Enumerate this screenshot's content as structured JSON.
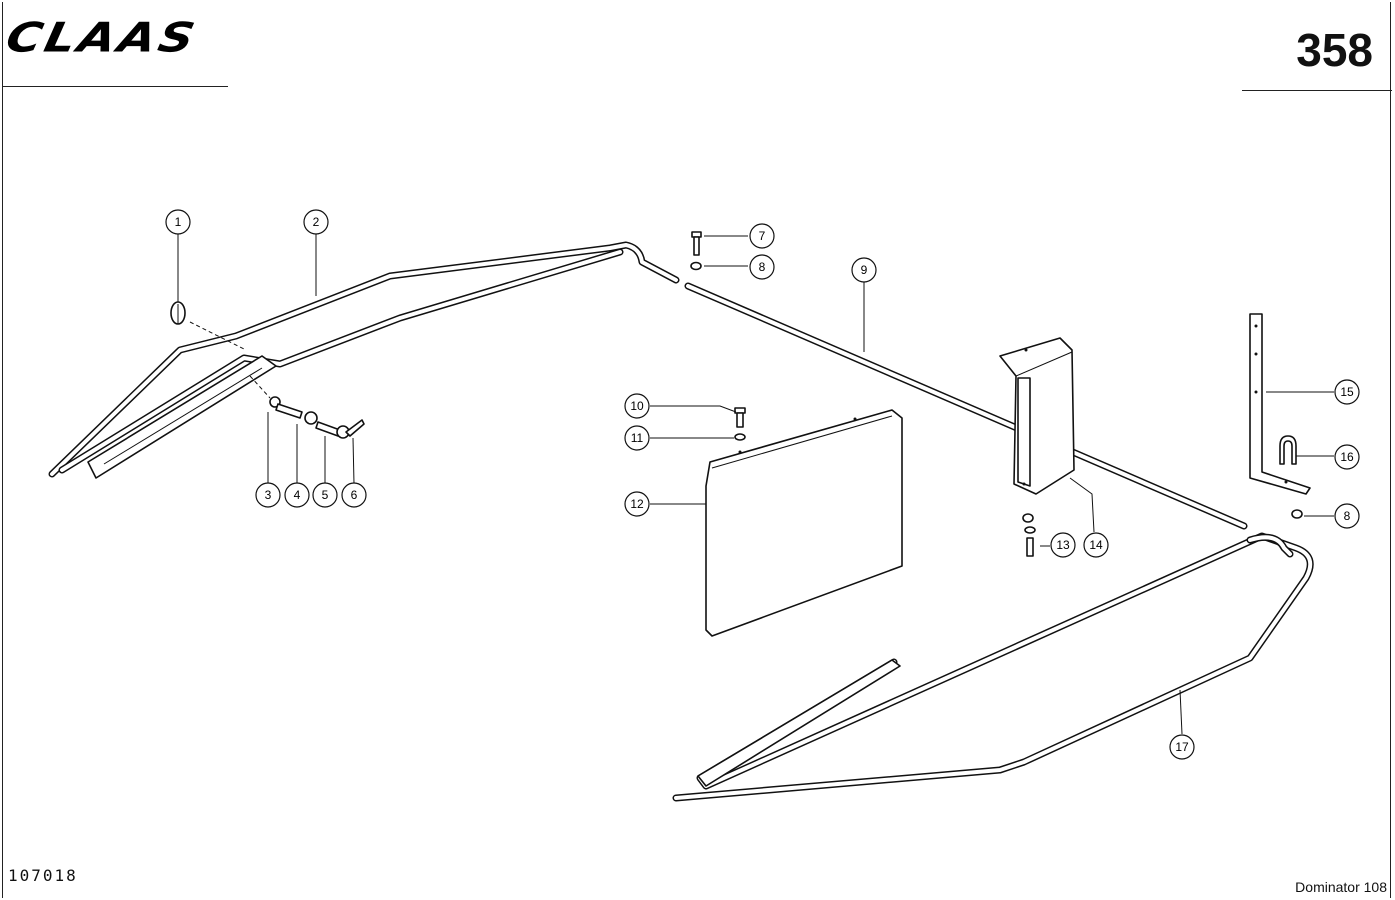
{
  "header": {
    "logo": "CLAAS",
    "page_number": "358"
  },
  "footer": {
    "drawing_code": "107018",
    "model": "Dominator 108"
  },
  "callouts": [
    {
      "label": "1"
    },
    {
      "label": "2"
    },
    {
      "label": "3"
    },
    {
      "label": "4"
    },
    {
      "label": "5"
    },
    {
      "label": "6"
    },
    {
      "label": "7"
    },
    {
      "label": "8"
    },
    {
      "label": "9"
    },
    {
      "label": "10"
    },
    {
      "label": "11"
    },
    {
      "label": "12"
    },
    {
      "label": "13"
    },
    {
      "label": "14"
    },
    {
      "label": "15"
    },
    {
      "label": "16"
    },
    {
      "label": "8"
    },
    {
      "label": "17"
    }
  ]
}
